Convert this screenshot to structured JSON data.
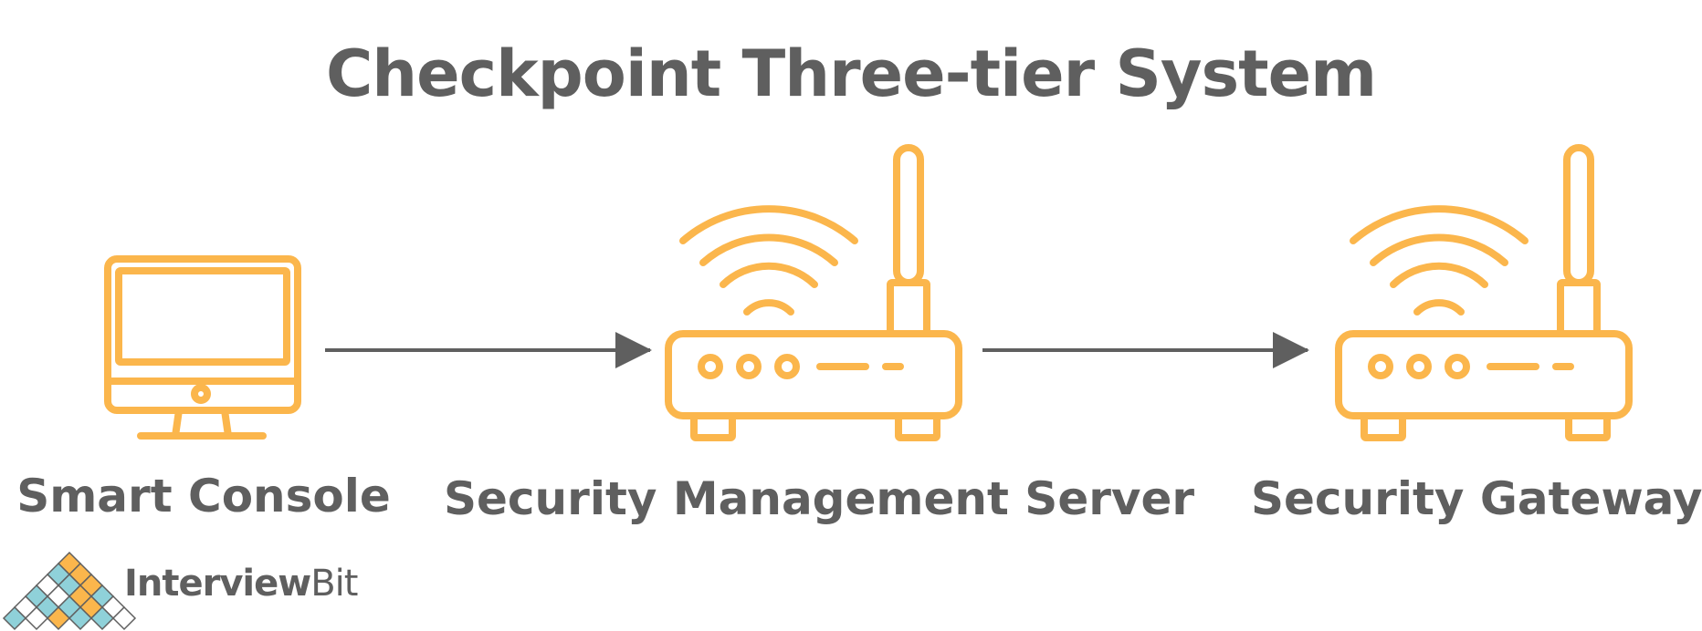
{
  "title": "Checkpoint Three-tier System",
  "nodes": [
    {
      "label": "Smart Console",
      "icon": "monitor-icon"
    },
    {
      "label": "Security Management Server",
      "icon": "router-icon"
    },
    {
      "label": "Security Gateway",
      "icon": "router-icon"
    }
  ],
  "edges": [
    {
      "from": "Smart Console",
      "to": "Security Management Server"
    },
    {
      "from": "Security Management Server",
      "to": "Security Gateway"
    }
  ],
  "brand": {
    "part1": "Interview",
    "part2": "Bit"
  },
  "colors": {
    "icon": "#fbb64c",
    "text": "#5f5f5f",
    "arrow": "#5f5f5f",
    "logo_blue": "#8fd1d9",
    "logo_orange": "#fbb64c",
    "logo_outline": "#5f5f5f"
  }
}
